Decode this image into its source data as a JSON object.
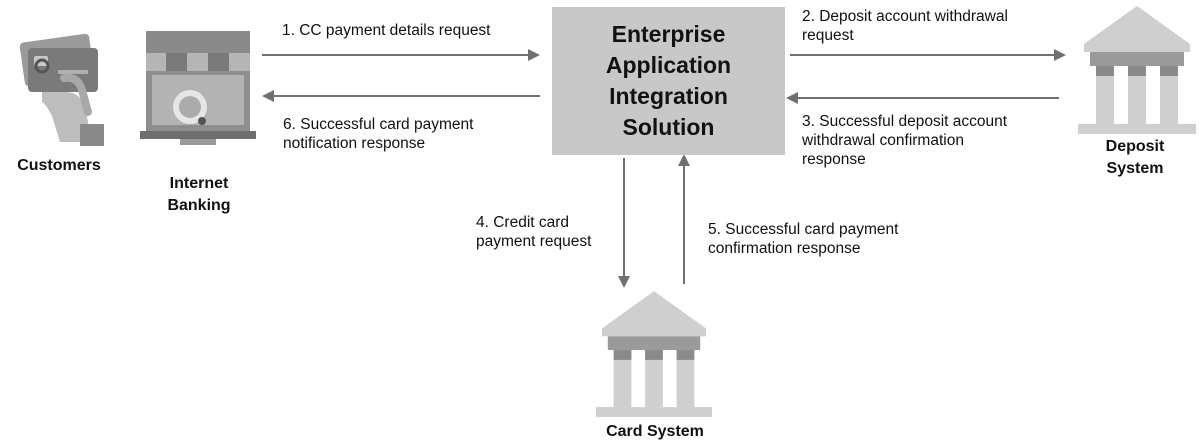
{
  "hub": {
    "line1": "Enterprise",
    "line2": "Application",
    "line3": "Integration",
    "line4": "Solution"
  },
  "actors": {
    "customers": "Customers",
    "internet_banking": {
      "line1": "Internet",
      "line2": "Banking"
    },
    "deposit_system": {
      "line1": "Deposit",
      "line2": "System"
    },
    "card_system": "Card System"
  },
  "steps": {
    "s1": "1. CC payment details request",
    "s2": {
      "line1": "2. Deposit account withdrawal",
      "line2": "request"
    },
    "s3": {
      "line1": "3. Successful deposit account",
      "line2": "withdrawal confirmation",
      "line3": "response"
    },
    "s4": {
      "line1": "4. Credit card",
      "line2": "payment request"
    },
    "s5": {
      "line1": "5. Successful card payment",
      "line2": "confirmation response"
    },
    "s6": {
      "line1": "6. Successful card payment",
      "line2": "notification response"
    }
  },
  "colors": {
    "hub_fill": "#c8c8c8",
    "arrow": "#707070",
    "icon_dark": "#6e6e6e",
    "icon_mid": "#9a9a9a",
    "icon_light": "#cfcfcf"
  }
}
